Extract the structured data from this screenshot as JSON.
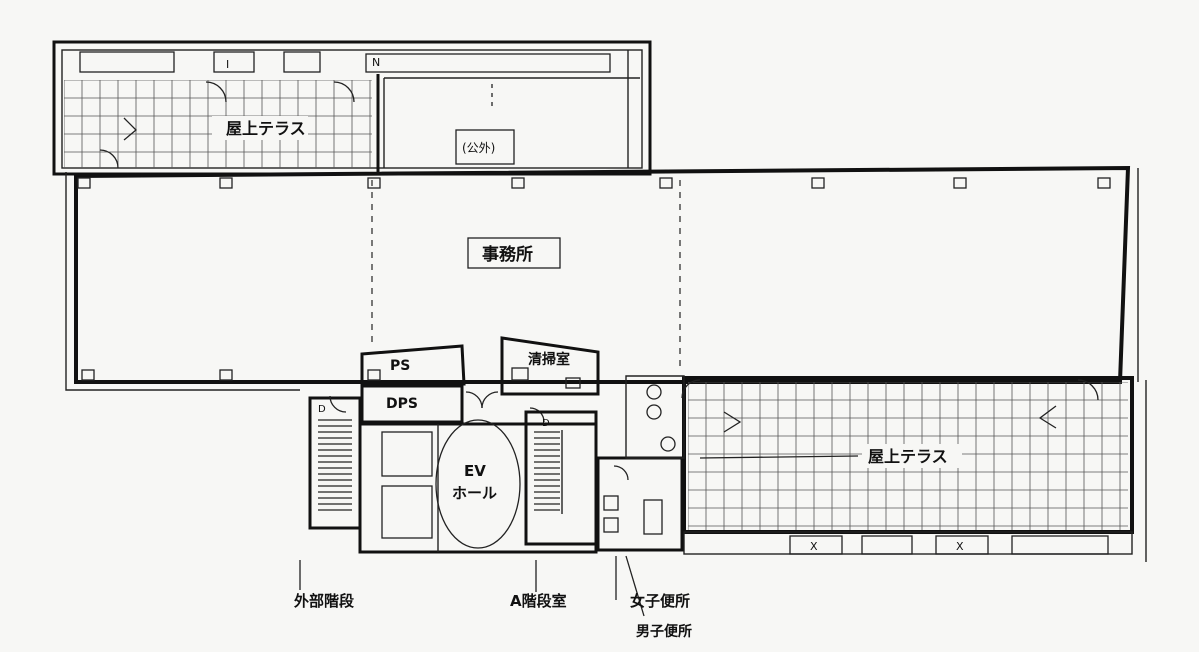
{
  "colors": {
    "line": "#111111",
    "paper": "#f7f7f5"
  },
  "rooms": {
    "roof_terrace_top": "屋上テラス",
    "roof_terrace_right": "屋上テラス",
    "office": "事務所",
    "ps": "PS",
    "cleaning": "清掃室",
    "dps": "DPS",
    "ev_line1": "EV",
    "ev_line2": "ホール",
    "equipment": "(公外)",
    "door_d1": "D",
    "door_d2": "D"
  },
  "callouts": {
    "external_stairs": "外部階段",
    "a_stairs": "A階段室",
    "womens_wc": "女子便所",
    "mens_wc": "男子便所"
  }
}
